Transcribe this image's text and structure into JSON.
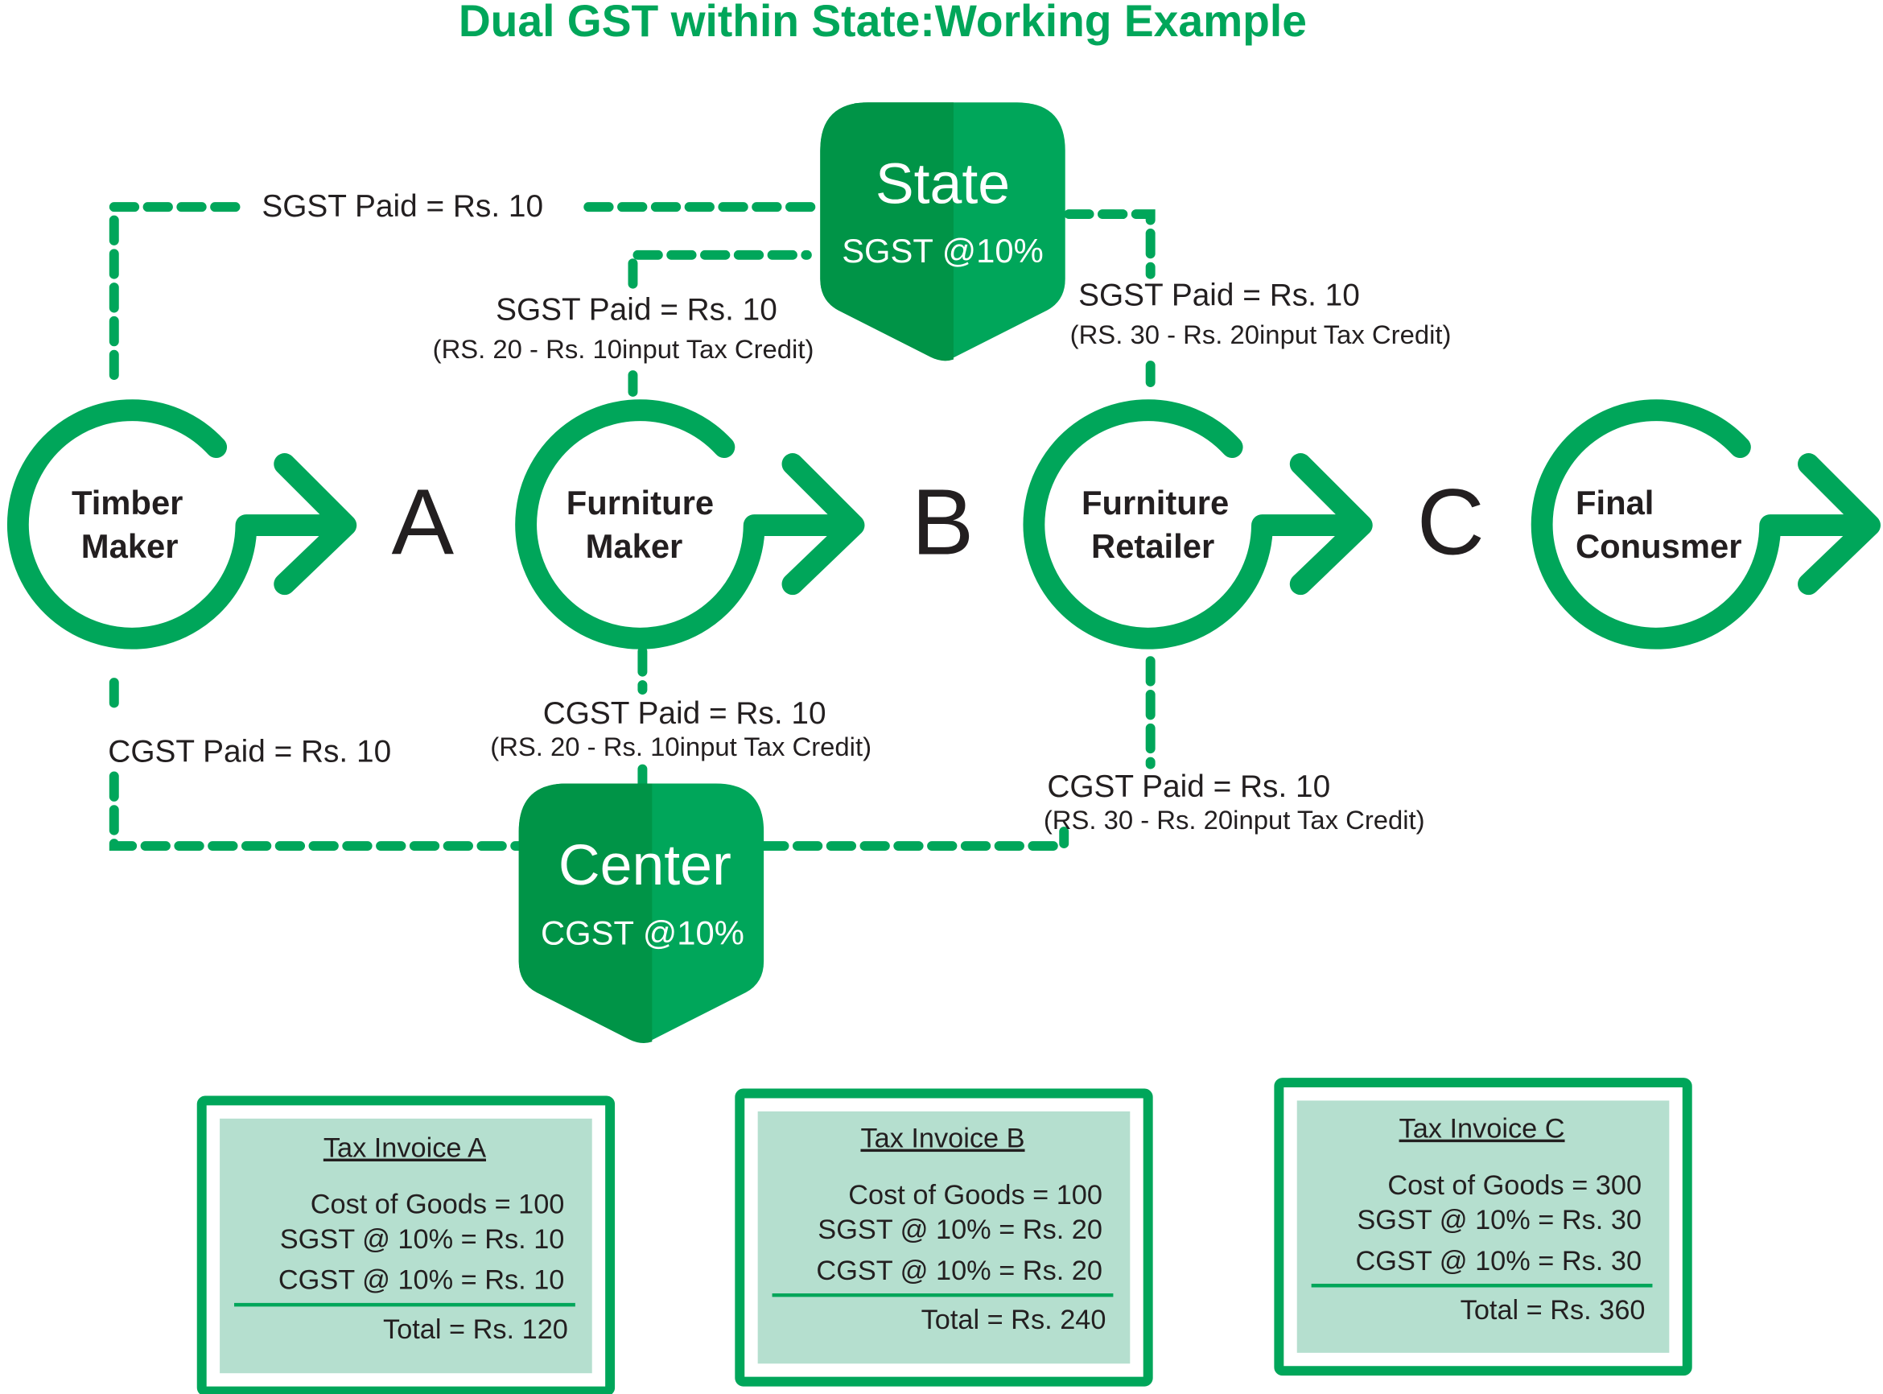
{
  "title": "Dual GST within State:Working Example",
  "colors": {
    "accent": "#00a65a",
    "accent_dark": "#009447",
    "invoice_fill": "#b5dfcf",
    "text": "#231f20"
  },
  "nodes": [
    {
      "line1": "Timber",
      "line2": "Maker"
    },
    {
      "line1": "Furniture",
      "line2": "Maker"
    },
    {
      "line1": "Furniture",
      "line2": "Retailer"
    },
    {
      "line1": "Final",
      "line2": "Conusmer"
    }
  ],
  "stages": [
    "A",
    "B",
    "C"
  ],
  "state": {
    "title": "State",
    "rate": "SGST @10%"
  },
  "center": {
    "title": "Center",
    "rate": "CGST @10%"
  },
  "flows": {
    "sgst_timber": "SGST Paid = Rs. 10",
    "sgst_furniture": "SGST Paid = Rs. 10",
    "sgst_furniture_note": "(RS. 20 - Rs. 10input Tax Credit)",
    "sgst_retailer": "SGST Paid = Rs. 10",
    "sgst_retailer_note": "(RS. 30 - Rs. 20input Tax Credit)",
    "cgst_timber": "CGST Paid = Rs. 10",
    "cgst_furniture": "CGST Paid = Rs. 10",
    "cgst_furniture_note": "(RS. 20 - Rs. 10input Tax Credit)",
    "cgst_retailer": "CGST Paid = Rs. 10",
    "cgst_retailer_note": "(RS. 30 - Rs. 20input Tax Credit)"
  },
  "invoices": [
    {
      "title": "Tax Invoice A",
      "cost": "Cost of Goods = 100",
      "sgst": "SGST @ 10% = Rs. 10",
      "cgst": "CGST @ 10% = Rs. 10",
      "total": "Total = Rs. 120"
    },
    {
      "title": "Tax Invoice B",
      "cost": "Cost of Goods = 100",
      "sgst": "SGST @ 10% = Rs. 20",
      "cgst": "CGST @ 10% = Rs. 20",
      "total": "Total = Rs. 240"
    },
    {
      "title": "Tax Invoice C",
      "cost": "Cost of Goods = 300",
      "sgst": "SGST @ 10% = Rs. 30",
      "cgst": "CGST @ 10% = Rs. 30",
      "total": "Total = Rs. 360"
    }
  ]
}
